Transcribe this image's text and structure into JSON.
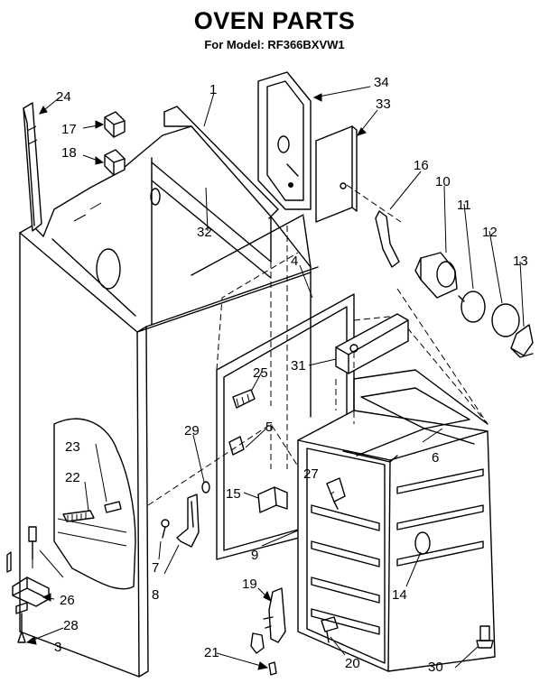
{
  "header": {
    "title": "OVEN PARTS",
    "subtitle": "For Model: RF366BXVW1"
  },
  "callouts": [
    {
      "id": "c1",
      "text": "1"
    },
    {
      "id": "c3",
      "text": "3"
    },
    {
      "id": "c4",
      "text": "4"
    },
    {
      "id": "c5",
      "text": "5"
    },
    {
      "id": "c6",
      "text": "6"
    },
    {
      "id": "c7",
      "text": "7"
    },
    {
      "id": "c8",
      "text": "8"
    },
    {
      "id": "c9",
      "text": "9"
    },
    {
      "id": "c10",
      "text": "10"
    },
    {
      "id": "c11",
      "text": "11"
    },
    {
      "id": "c12",
      "text": "12"
    },
    {
      "id": "c13",
      "text": "13"
    },
    {
      "id": "c14",
      "text": "14"
    },
    {
      "id": "c15",
      "text": "15"
    },
    {
      "id": "c16",
      "text": "16"
    },
    {
      "id": "c17",
      "text": "17"
    },
    {
      "id": "c18",
      "text": "18"
    },
    {
      "id": "c19",
      "text": "19"
    },
    {
      "id": "c20",
      "text": "20"
    },
    {
      "id": "c21",
      "text": "21"
    },
    {
      "id": "c22",
      "text": "22"
    },
    {
      "id": "c23",
      "text": "23"
    },
    {
      "id": "c24",
      "text": "24"
    },
    {
      "id": "c25",
      "text": "25"
    },
    {
      "id": "c26",
      "text": "26"
    },
    {
      "id": "c27",
      "text": "27"
    },
    {
      "id": "c28",
      "text": "28"
    },
    {
      "id": "c29",
      "text": "29"
    },
    {
      "id": "c30",
      "text": "30"
    },
    {
      "id": "c31",
      "text": "31"
    },
    {
      "id": "c32",
      "text": "32"
    },
    {
      "id": "c33",
      "text": "33"
    },
    {
      "id": "c34",
      "text": "34"
    }
  ]
}
